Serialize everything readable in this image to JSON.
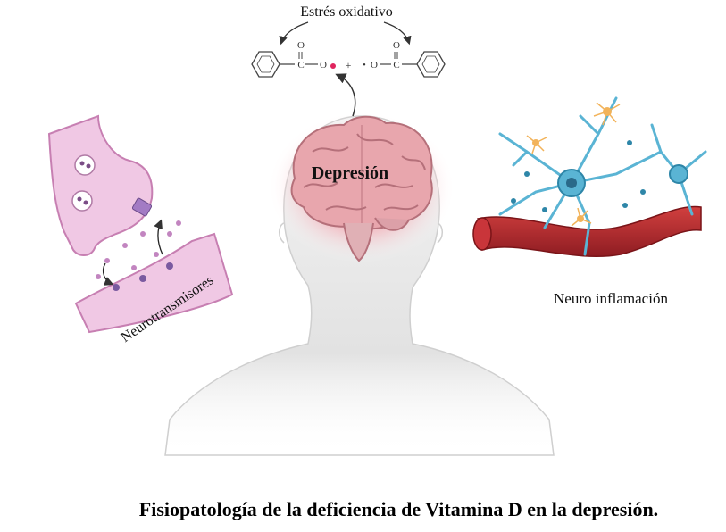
{
  "labels": {
    "oxidative_stress": "Estrés oxidativo",
    "depression": "Depresión",
    "neurotransmitters": "Neurotransmisores",
    "neuroinflammation": "Neuro inflamación"
  },
  "chemistry": {
    "carbonyl_o": "O",
    "carbon": "C",
    "ether_o": "O",
    "radical_dot": "•",
    "plus": "+"
  },
  "caption": "Fisiopatología de la deficiencia de Vitamina D en la depresión.",
  "colors": {
    "brain": "#e8a6ad",
    "brain_glow": "#f25a6e",
    "synapse": "#f0c8e4",
    "vessel": "#b3262c",
    "neuron": "#5ab4d4",
    "microglia": "#f2b35a",
    "head": "#dcdcdc"
  }
}
